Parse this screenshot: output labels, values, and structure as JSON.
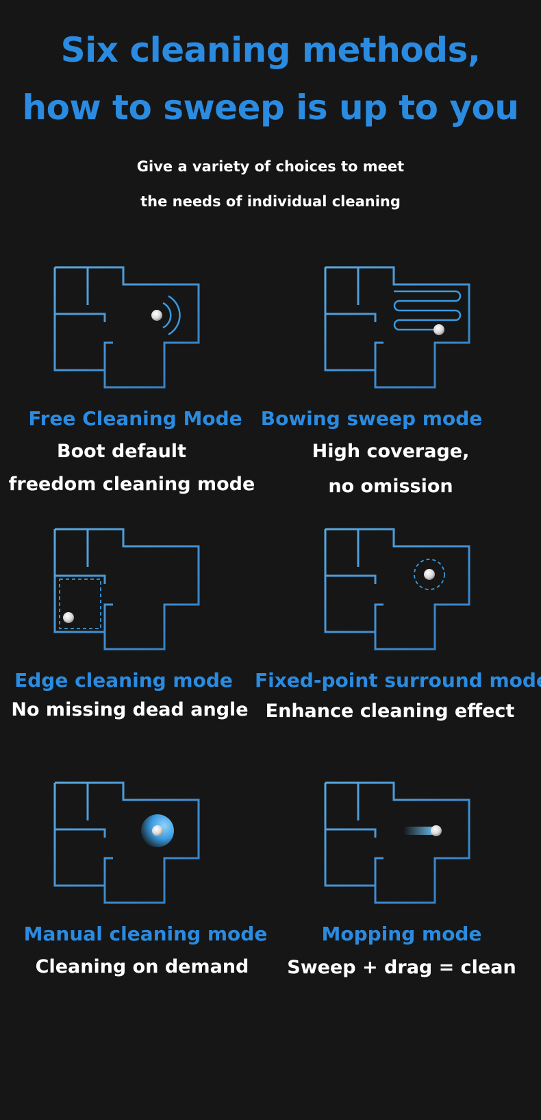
{
  "header": {
    "title_line1": "Six cleaning methods,",
    "title_line2": "how to sweep is up to you",
    "subtitle_line1": "Give a variety of choices to meet",
    "subtitle_line2": "the needs of individual cleaning"
  },
  "colors": {
    "background": "#161616",
    "accent_blue": "#2a8be0",
    "plan_line": "#4f9ed9",
    "text_white": "#ffffff"
  },
  "modes": [
    {
      "title": "Free Cleaning Mode",
      "desc_line1": "Boot default",
      "desc_line2": "freedom cleaning mode",
      "icon": "free-cleaning-icon"
    },
    {
      "title": "Bowing sweep mode",
      "desc_line1": "High coverage,",
      "desc_line2": "no omission",
      "icon": "bowing-sweep-icon"
    },
    {
      "title": "Edge cleaning mode",
      "desc_line1": "No missing dead angle",
      "icon": "edge-cleaning-icon"
    },
    {
      "title": "Fixed-point surround mode",
      "desc_line1": "Enhance cleaning effect",
      "icon": "fixed-point-icon"
    },
    {
      "title": "Manual cleaning mode",
      "desc_line1": "Cleaning on demand",
      "icon": "manual-cleaning-icon"
    },
    {
      "title": "Mopping mode",
      "desc_line1": "Sweep + drag = clean",
      "icon": "mopping-icon"
    }
  ]
}
